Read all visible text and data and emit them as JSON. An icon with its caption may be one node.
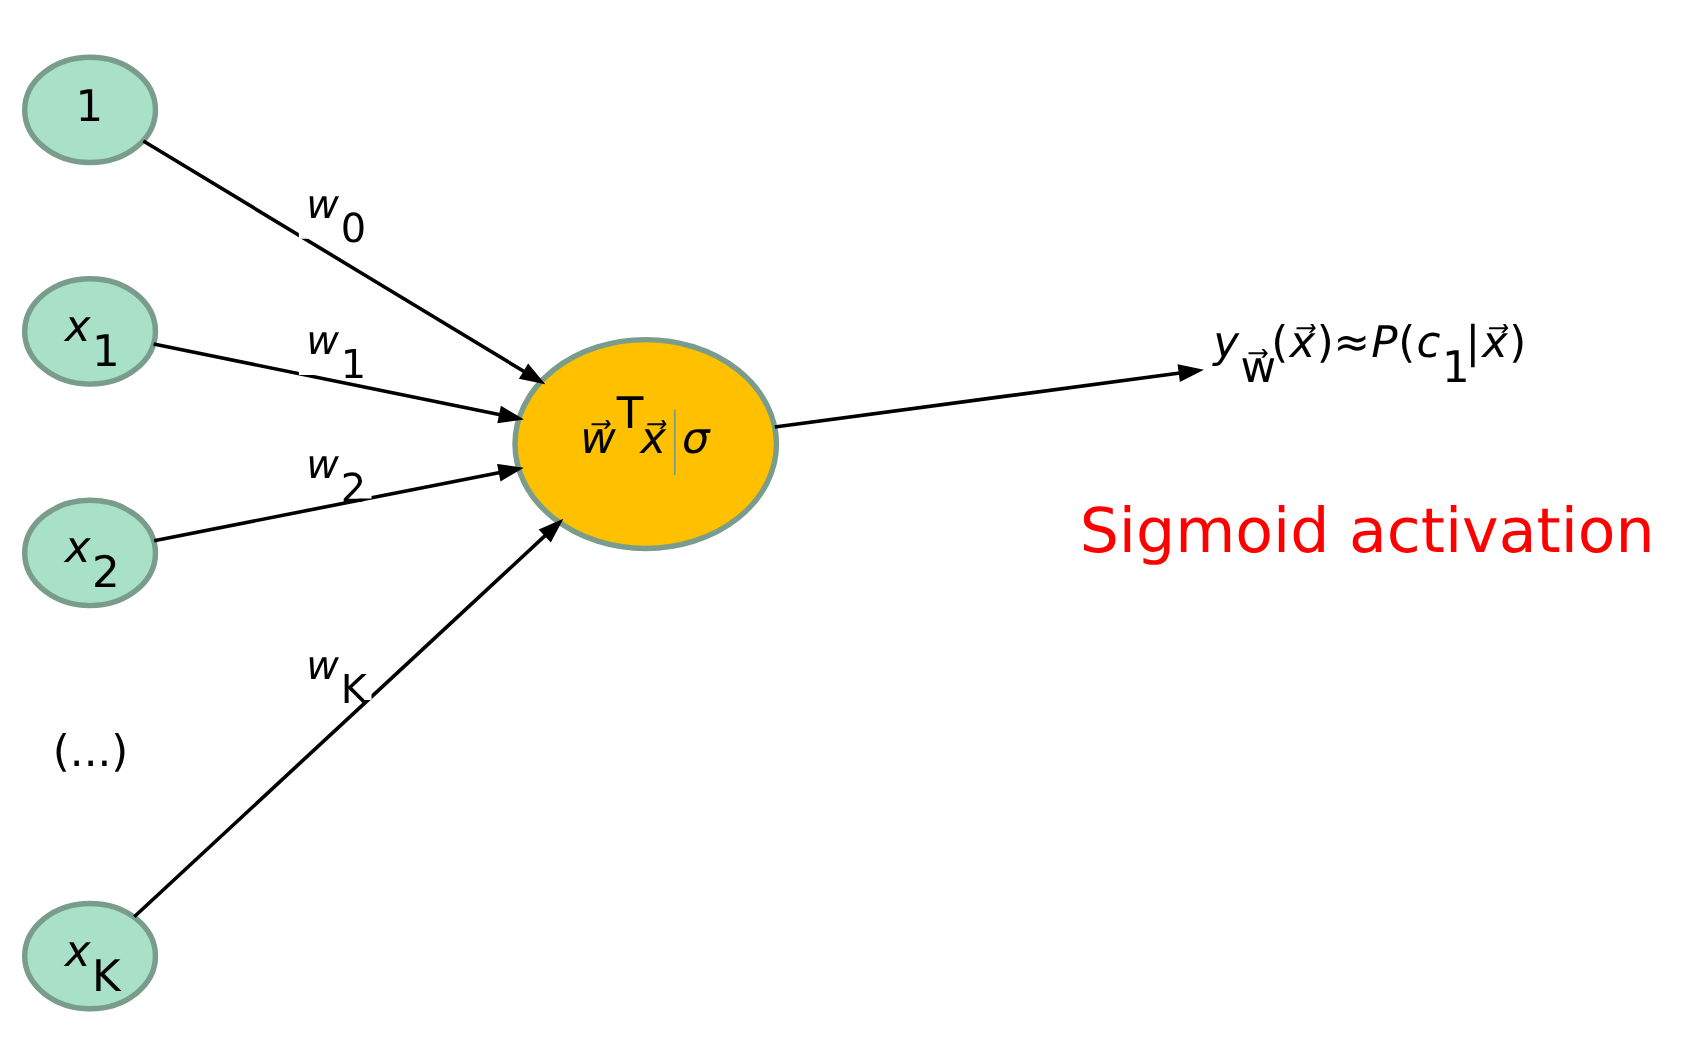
{
  "diagram": {
    "nodes": [
      {
        "text": [
          "1"
        ]
      },
      {
        "text": [
          "*x*$_{1}$"
        ]
      },
      {
        "text": [
          "*x*$_{2}$"
        ]
      },
      {
        "text": [
          "*x*$_{K}$"
        ]
      },
      {
        "text": [
          "*w⃗*$^{T}$*x⃗*",
          "*σ*"
        ]
      },
      {
        "text": [
          "*y*$_{w⃗}$(*x⃗*)≈*P*(*c*$_{1}$|*x⃗*)"
        ]
      }
    ],
    "edges": [
      {
        "from": 0,
        "to": 4,
        "arrow": "to",
        "label": "*w*$_{0}$"
      },
      {
        "from": 1,
        "to": 4,
        "arrow": "to",
        "label": "*w*$_{1}$"
      },
      {
        "from": 2,
        "to": 4,
        "arrow": "to",
        "label": "*w*$_{2}$"
      },
      {
        "from": 3,
        "to": 4,
        "arrow": "to",
        "label": "*w*$_{K}$"
      },
      {
        "from": 4,
        "to": 5,
        "arrow": "to"
      }
    ],
    "labels": [
      "(...)",
      "Sigmoid activation"
    ]
  }
}
